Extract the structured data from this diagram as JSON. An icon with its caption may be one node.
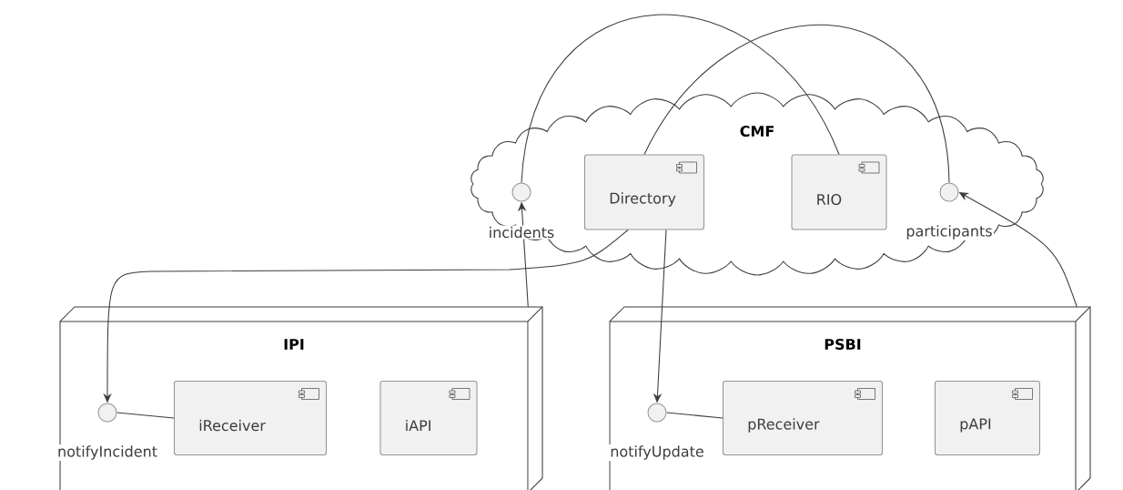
{
  "diagram": {
    "nodes": [
      {
        "text": [
          "CMF"
        ]
      },
      {
        "text": [],
        "shape": "circle",
        "beside": [
          "incidents"
        ],
        "in": 0
      },
      {
        "text": [
          "Directory"
        ],
        "in": 0
      },
      {
        "text": [
          "RIO"
        ],
        "in": 0
      },
      {
        "text": [],
        "shape": "circle",
        "beside": [
          "participants"
        ],
        "in": 0
      },
      {
        "text": [
          "IPI"
        ]
      },
      {
        "text": [],
        "shape": "circle",
        "beside": [
          "notifyIncident"
        ],
        "in": 5
      },
      {
        "text": [
          "iReceiver"
        ],
        "in": 5
      },
      {
        "text": [
          "iAPI"
        ],
        "in": 5
      },
      {
        "text": [
          "PSBI"
        ]
      },
      {
        "text": [],
        "shape": "circle",
        "beside": [
          "notifyUpdate"
        ],
        "in": 9
      },
      {
        "text": [
          "pReceiver"
        ],
        "in": 9
      },
      {
        "text": [
          "pAPI"
        ],
        "in": 9
      }
    ],
    "edges": [
      {
        "from": 1,
        "to": 3,
        "arrow": "none"
      },
      {
        "from": 2,
        "to": 4,
        "arrow": "none"
      },
      {
        "from": 2,
        "to": 6,
        "arrow": "to"
      },
      {
        "from": 2,
        "to": 10,
        "arrow": "to"
      },
      {
        "from": 5,
        "to": 1,
        "arrow": "to"
      },
      {
        "from": 9,
        "to": 4,
        "arrow": "to"
      },
      {
        "from": 6,
        "to": 7,
        "arrow": "none"
      },
      {
        "from": 10,
        "to": 11,
        "arrow": "none"
      }
    ]
  }
}
